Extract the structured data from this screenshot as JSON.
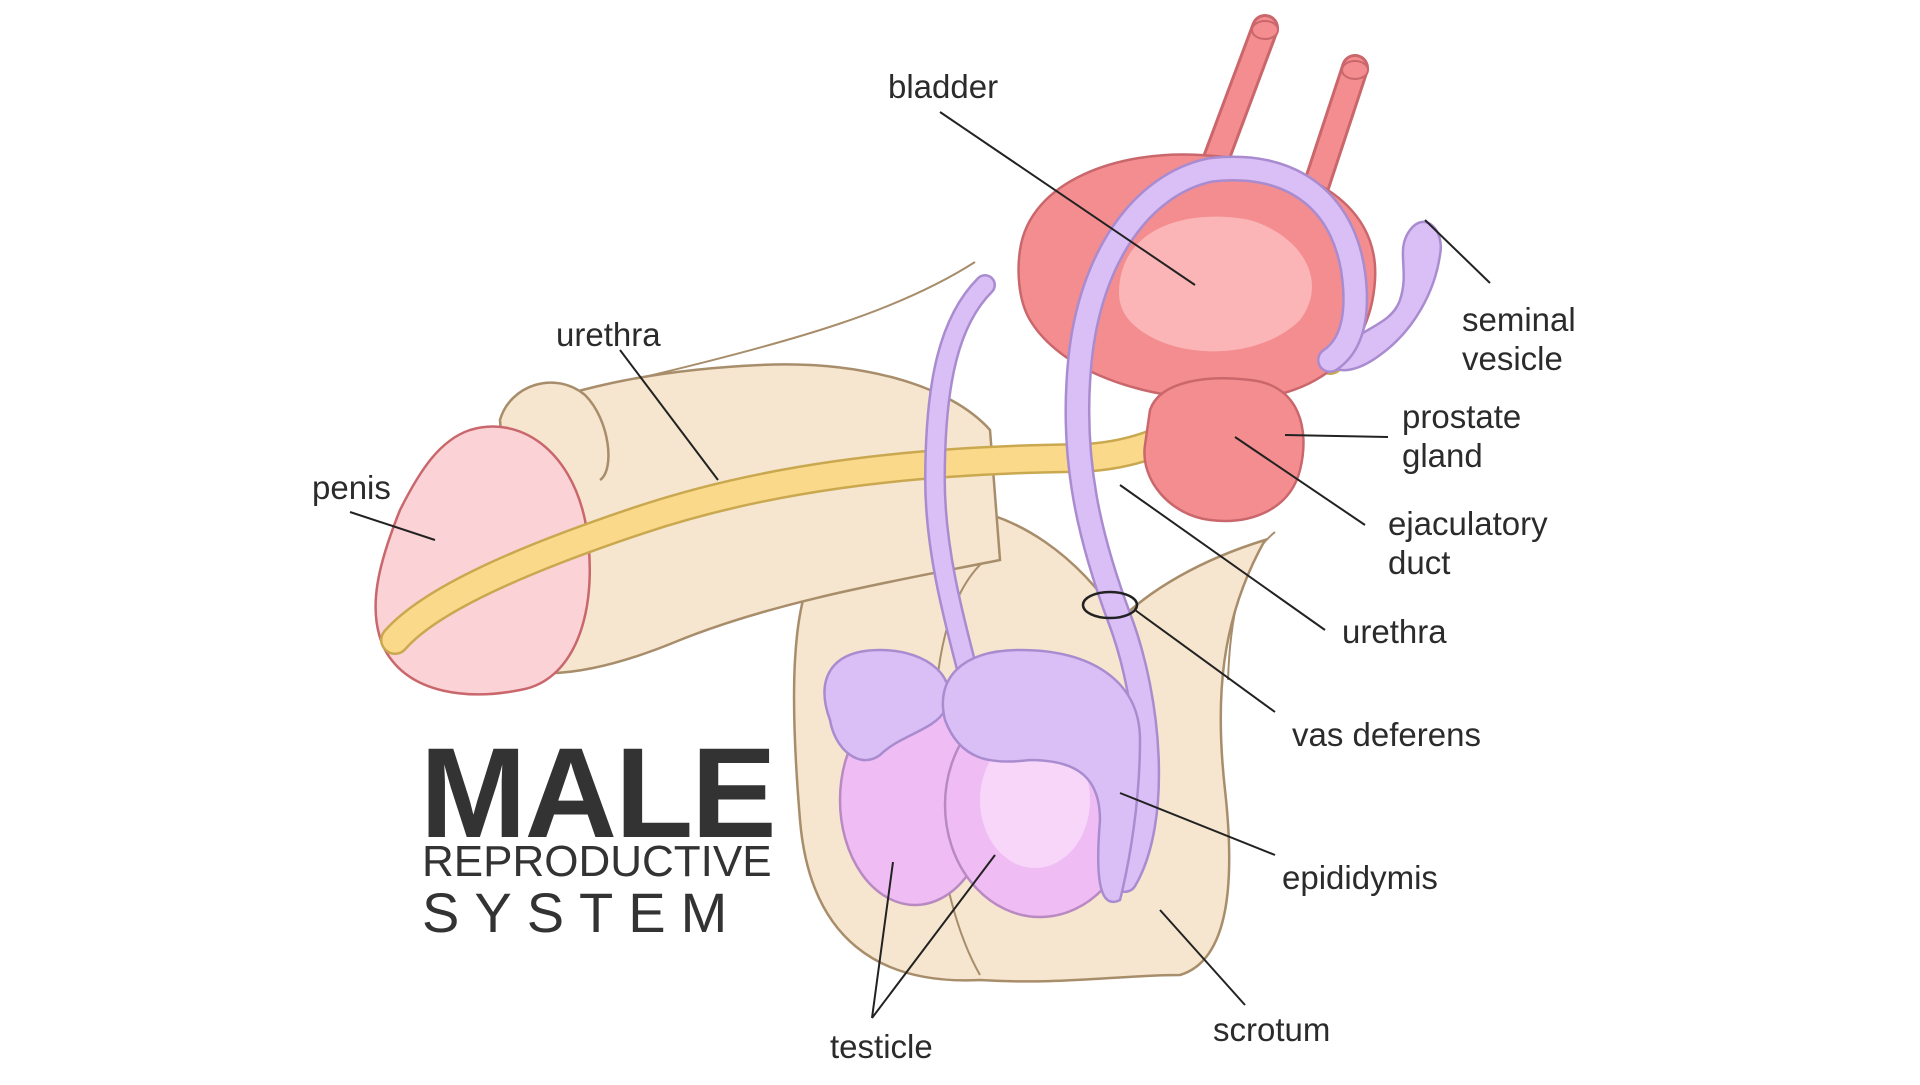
{
  "title": {
    "line1": "MALE",
    "line2": "REPRODUCTIVE",
    "line3": "SYSTEM"
  },
  "labels": {
    "bladder": "bladder",
    "urethra_top": "urethra",
    "penis": "penis",
    "seminal_vesicle_1": "seminal",
    "seminal_vesicle_2": "vesicle",
    "prostate_gland_1": "prostate",
    "prostate_gland_2": "gland",
    "ejaculatory_duct_1": "ejaculatory",
    "ejaculatory_duct_2": "duct",
    "urethra_right": "urethra",
    "vas_deferens": "vas deferens",
    "epididymis": "epididymis",
    "testicle": "testicle",
    "scrotum": "scrotum"
  },
  "colors": {
    "bladder": "#f48d8f",
    "vas_deferens": "#d9bff5",
    "urethra": "#fbd98a",
    "scrotum": "#f6e6cf",
    "testicle": "#efbdf4",
    "glans": "#fbd3d6",
    "leader": "#222222"
  }
}
